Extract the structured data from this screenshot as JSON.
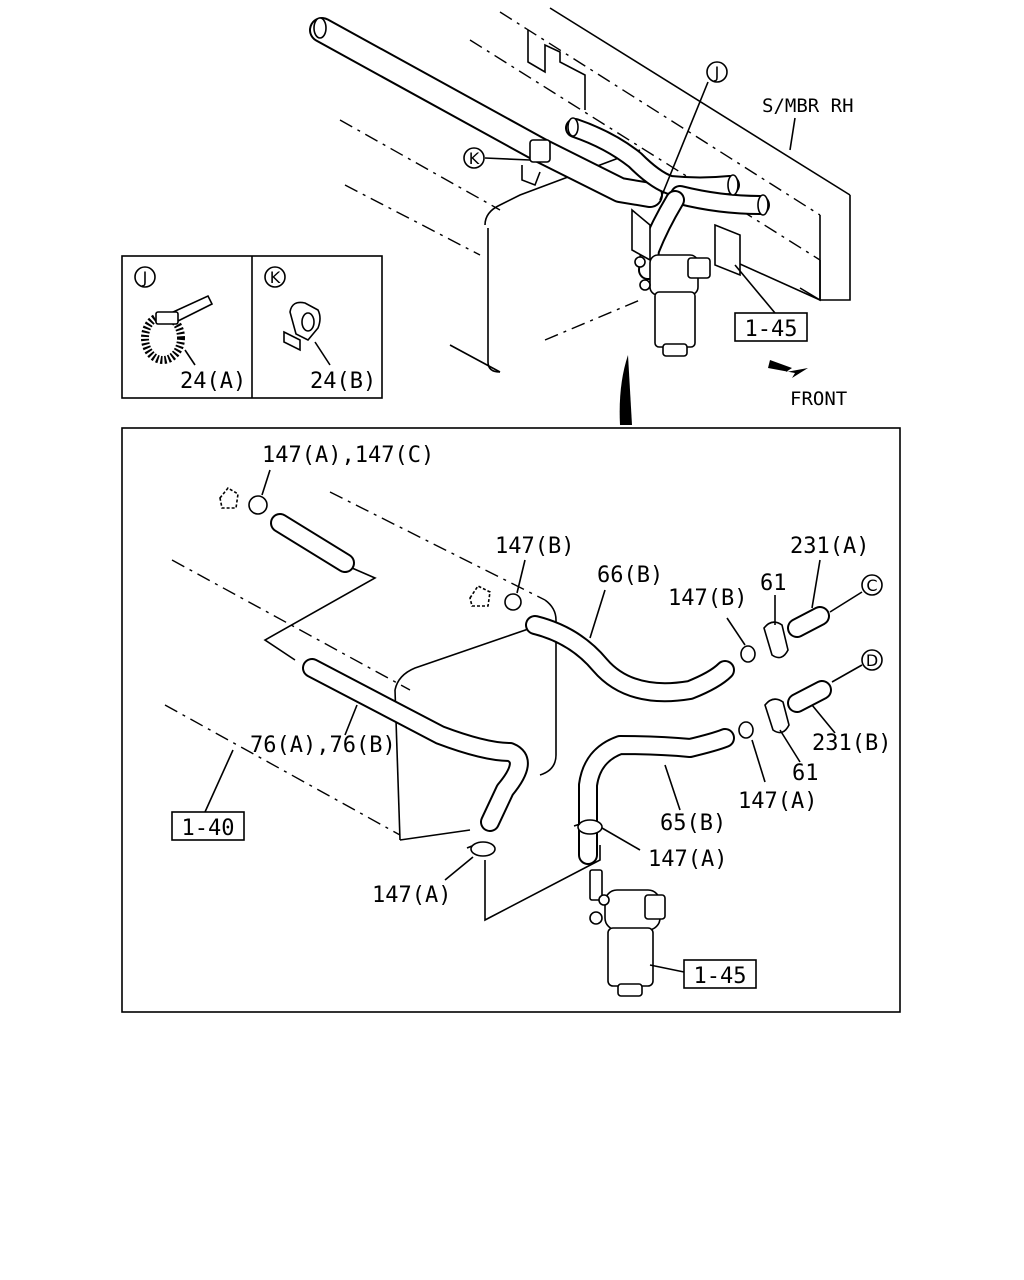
{
  "top_view": {
    "member_label": "S/MBR RH",
    "ref_filter": "1-45",
    "front_label": "FRONT",
    "callout_j": "J",
    "callout_k": "K"
  },
  "inset": {
    "j_letter": "J",
    "k_letter": "K",
    "j_part": "24(A)",
    "k_part": "24(B)"
  },
  "detail": {
    "clamp_top": "147(A),147(C)",
    "clamp_mid": "147(B)",
    "hose_66b": "66(B)",
    "clamp_right_b": "147(B)",
    "clip_61_top": "61",
    "hose_231a": "231(A)",
    "conn_c": "C",
    "conn_d": "D",
    "hose_231b": "231(B)",
    "clip_61_bottom": "61",
    "clamp_right_a": "147(A)",
    "hose_65b": "65(B)",
    "clamp_lower_a": "147(A)",
    "hose_76": "76(A),76(B)",
    "clamp_bottom_a": "147(A)",
    "ref_tank": "1-40",
    "ref_filter": "1-45"
  }
}
